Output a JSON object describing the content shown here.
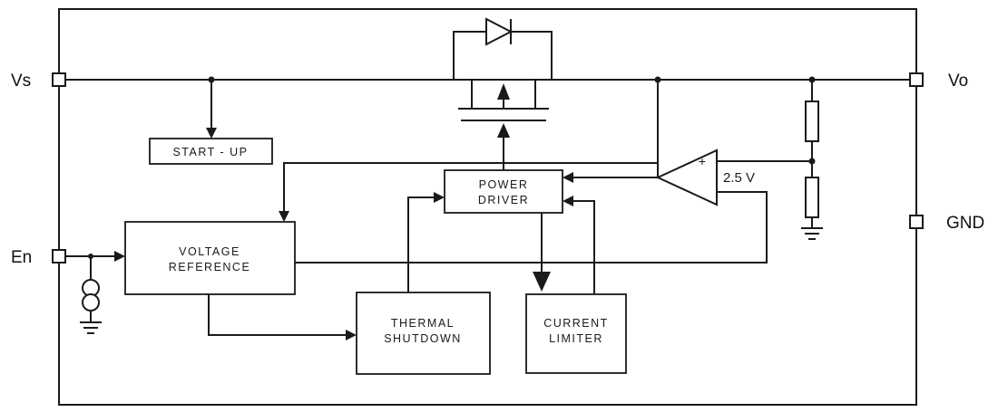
{
  "pins": {
    "vs": "Vs",
    "en": "En",
    "vo": "Vo",
    "gnd": "GND"
  },
  "blocks": {
    "startup": {
      "label": "START - UP"
    },
    "voltage_reference": {
      "line1": "VOLTAGE",
      "line2": "REFERENCE"
    },
    "thermal_shutdown": {
      "line1": "THERMAL",
      "line2": "SHUTDOWN"
    },
    "current_limiter": {
      "line1": "CURRENT",
      "line2": "LIMITER"
    },
    "power_driver": {
      "line1": "POWER",
      "line2": "DRIVER"
    }
  },
  "amplifier": {
    "polarity": "+",
    "reference": "2.5 V"
  },
  "colors": {
    "line": "#1a1a1a",
    "background": "#ffffff",
    "box_fill": "#ffffff"
  }
}
